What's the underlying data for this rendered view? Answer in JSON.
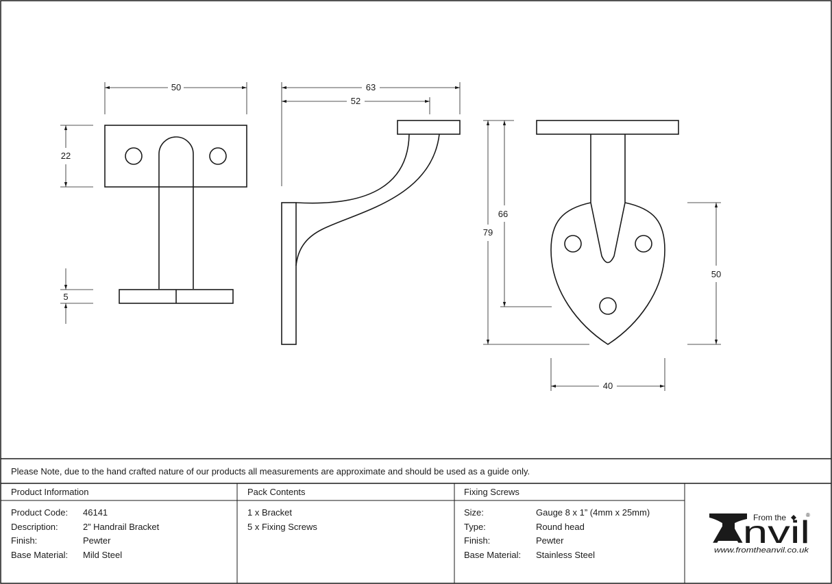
{
  "drawing": {
    "front_view": {
      "width": "50",
      "plate_height": "22",
      "base_thickness": "5"
    },
    "side_view": {
      "projection_total": "63",
      "projection_to_post": "52"
    },
    "back_view": {
      "total_height": "79",
      "height_to_plate": "66",
      "plate_height": "50",
      "plate_width": "40"
    }
  },
  "note": "Please Note, due to the hand crafted nature of our products all measurements are approximate and should be used as a guide only.",
  "product_info": {
    "heading": "Product Information",
    "rows": [
      {
        "label": "Product Code:",
        "value": "46141"
      },
      {
        "label": "Description:",
        "value": "2” Handrail Bracket"
      },
      {
        "label": "Finish:",
        "value": "Pewter"
      },
      {
        "label": "Base Material:",
        "value": "Mild Steel"
      }
    ]
  },
  "pack_contents": {
    "heading": "Pack Contents",
    "items": [
      "1 x Bracket",
      "5 x Fixing Screws"
    ]
  },
  "fixing_screws": {
    "heading": "Fixing Screws",
    "rows": [
      {
        "label": "Size:",
        "value": "Gauge 8 x 1” (4mm x 25mm)"
      },
      {
        "label": "Type:",
        "value": "Round head"
      },
      {
        "label": "Finish:",
        "value": "Pewter"
      },
      {
        "label": "Base Material:",
        "value": "Stainless Steel"
      }
    ]
  },
  "logo": {
    "from_the": "From the",
    "name": "Anvil",
    "registered": "®",
    "url": "www.fromtheanvil.co.uk"
  }
}
